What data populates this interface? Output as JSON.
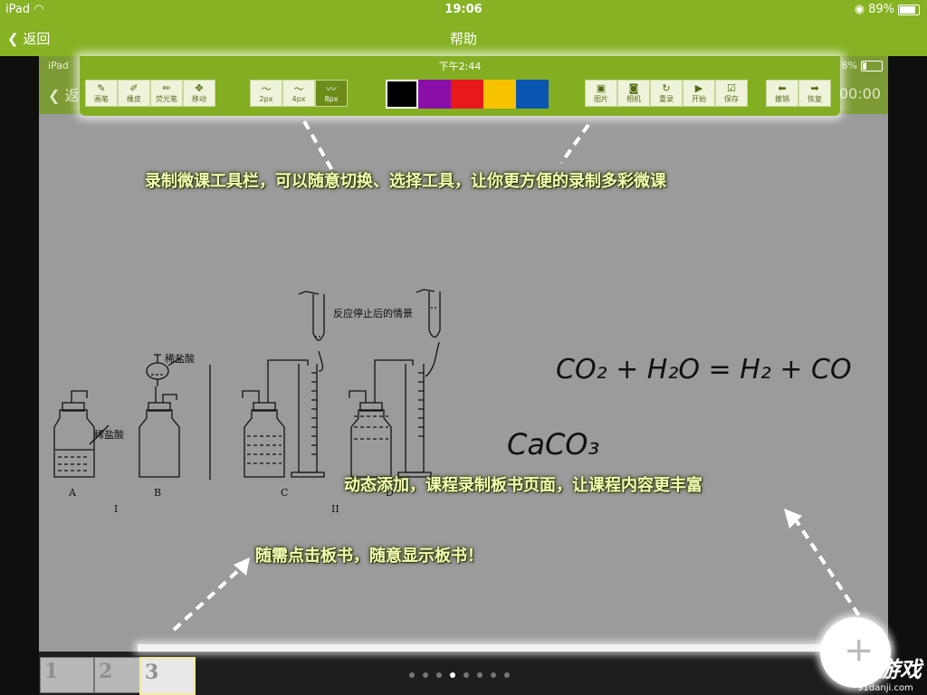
{
  "status_bar": {
    "device": "iPad",
    "time": "19:06",
    "battery": "89%"
  },
  "nav": {
    "back": "返回",
    "title": "帮助"
  },
  "inner": {
    "device": "iPad",
    "clock": "下午2:44",
    "battery": "8%",
    "back": "返",
    "timer": "00:00"
  },
  "toolbar": {
    "tools": [
      {
        "label": "画笔",
        "icon": "pen-icon"
      },
      {
        "label": "橡皮",
        "icon": "eraser-icon"
      },
      {
        "label": "荧光笔",
        "icon": "highlighter-icon"
      },
      {
        "label": "移动",
        "icon": "move-icon"
      }
    ],
    "widths": [
      {
        "label": "2px"
      },
      {
        "label": "4px"
      },
      {
        "label": "8px"
      }
    ],
    "colors": [
      "#000000",
      "#8a0fa8",
      "#e8191b",
      "#f7c300",
      "#0a55b0"
    ],
    "actions": [
      {
        "label": "图片",
        "icon": "image-icon"
      },
      {
        "label": "相机",
        "icon": "camera-icon"
      },
      {
        "label": "重录",
        "icon": "redo-record-icon"
      },
      {
        "label": "开始",
        "icon": "play-icon"
      },
      {
        "label": "保存",
        "icon": "save-icon"
      }
    ],
    "history": [
      {
        "label": "撤销",
        "icon": "undo-icon"
      },
      {
        "label": "恢复",
        "icon": "restore-icon"
      }
    ]
  },
  "annotations": {
    "toolbar_hint": "录制微课工具栏，可以随意切换、选择工具，让你更方便的录制多彩微课",
    "add_page_hint": "动态添加，课程录制板书页面，让课程内容更丰富",
    "board_hint": "随需点击板书，随意显示板书！"
  },
  "diagram": {
    "label_acid_top": "稀盐酸",
    "label_acid_side": "稀盐酸",
    "label_after": "反应停止后的情景",
    "label_a": "A",
    "label_b": "B",
    "label_c": "C",
    "label_d": "D",
    "group_1": "I",
    "group_2": "II"
  },
  "handwriting": {
    "line1": "CO₂ + H₂O = H₂ + CO",
    "line2": "CaCO₃"
  },
  "thumbnails": [
    "1",
    "2",
    "3"
  ],
  "page_dots": {
    "count": 8,
    "active": 3
  },
  "watermark": {
    "logo": "9L游戏",
    "site": "91danji.com"
  }
}
